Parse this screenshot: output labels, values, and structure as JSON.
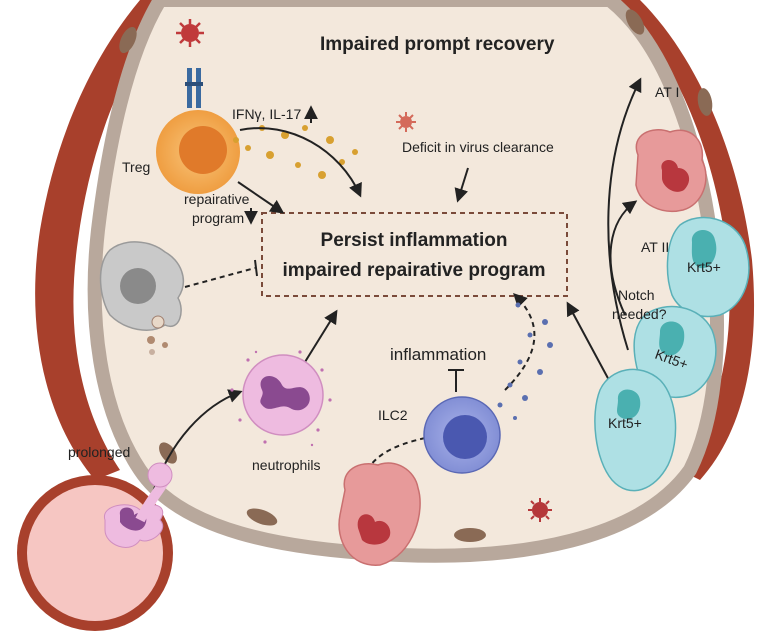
{
  "title": "Impaired prompt recovery",
  "central_box": {
    "line1": "Persist inflammation",
    "line2": "impaired repairative program"
  },
  "labels": {
    "treg": "Treg",
    "ifn": "IFNγ, IL-17",
    "repair_program_line1": "repairative",
    "repair_program_line2": "program",
    "deficit_virus": "Deficit in virus clearance",
    "inflammation": "inflammation",
    "ilc2": "ILC2",
    "neutrophils": "neutrophils",
    "prolonged": "prolonged",
    "at1": "AT I",
    "at2": "AT II",
    "notch_line1": "Notch",
    "notch_line2": "needed?",
    "krt5_top": "Krt5+",
    "krt5_mid": "Krt5+",
    "krt5_bottom": "Krt5+"
  },
  "colors": {
    "alveolus_fill": "#f3e8dc",
    "wall": "#b8a89c",
    "vessel": "#a8402c",
    "treg": "#f2a54a",
    "neutrophil": "#eebbe0",
    "macrophage": "#c9c9c9",
    "ilc2": "#8a96d8",
    "at2": "#e79a9a",
    "krt5": "#aee0e4",
    "virus": "#c0393b"
  }
}
